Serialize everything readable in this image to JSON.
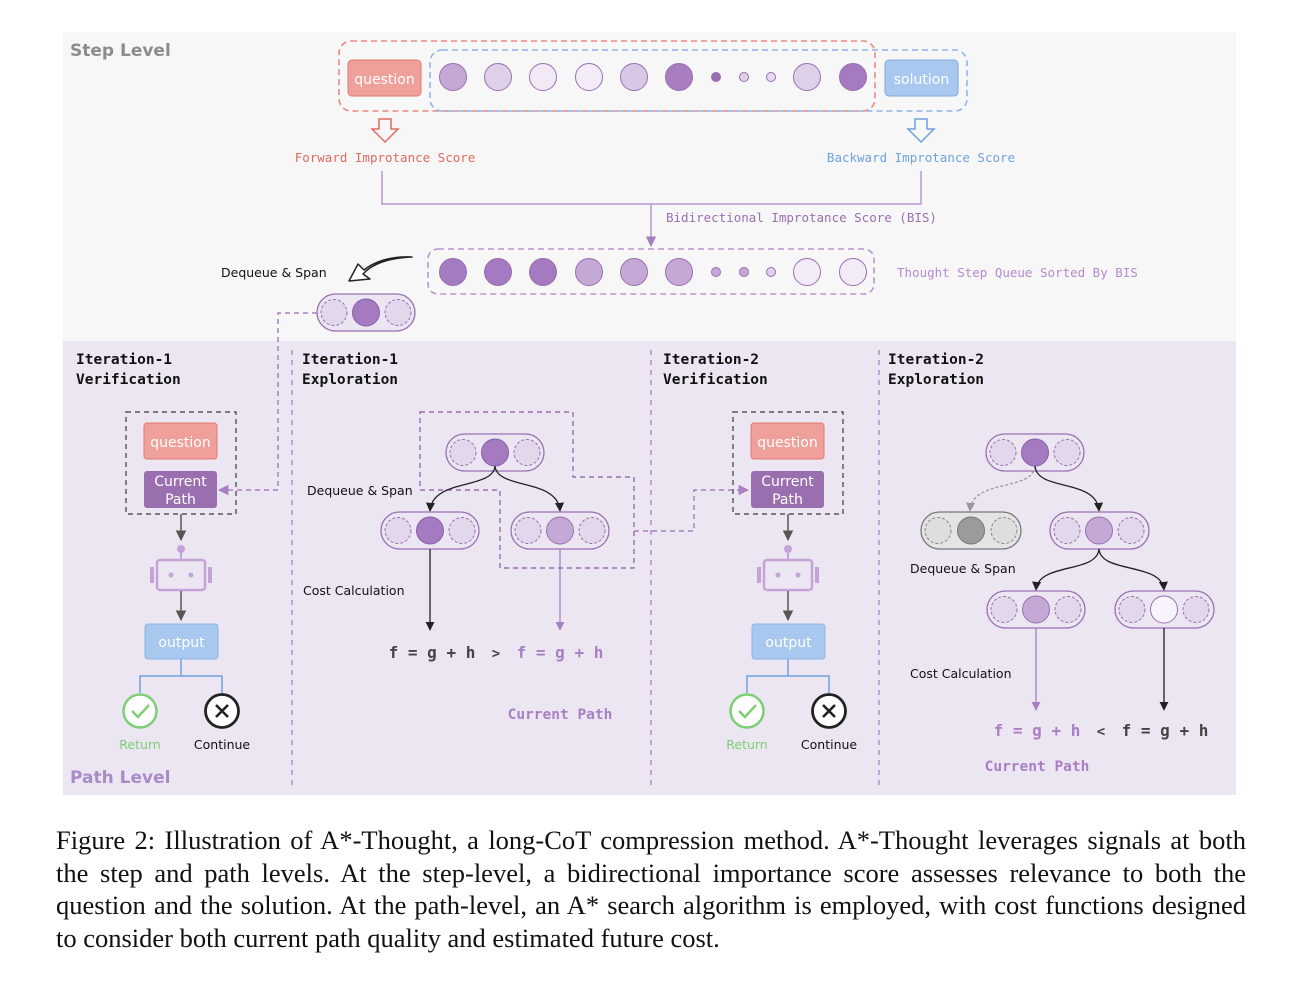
{
  "step_level": {
    "label": "Step Level",
    "question": "question",
    "solution": "solution",
    "forward_score": "Forward Improtance Score",
    "backward_score": "Backward Improtance Score",
    "bis": "Bidirectional Improtance Score (BIS)",
    "queue_label": "Thought Step Queue Sorted By BIS",
    "dequeue_span": "Dequeue & Span"
  },
  "path_level": {
    "label": "Path Level",
    "panels": [
      {
        "title_line1": "Iteration-1",
        "title_line2": "Verification"
      },
      {
        "title_line1": "Iteration-1",
        "title_line2": "Exploration"
      },
      {
        "title_line1": "Iteration-2",
        "title_line2": "Verification"
      },
      {
        "title_line1": "Iteration-2",
        "title_line2": "Exploration"
      }
    ],
    "question": "question",
    "current_path_line1": "Current",
    "current_path_line2": "Path",
    "output": "output",
    "return": "Return",
    "continue": "Continue",
    "dequeue_span": "Dequeue & Span",
    "cost_calc": "Cost Calculation",
    "formula": "f = g + h",
    "greater": ">",
    "less": "<",
    "current_path": "Current Path"
  },
  "colors": {
    "question_fill": "#f0a09b",
    "solution_fill": "#a8c8ef",
    "forward_red": "#e06a60",
    "backward_blue": "#6fa2dc",
    "purple": "#9a6fb0",
    "path_bg": "#ece6f3",
    "step_bg": "#f7f7f7",
    "return_green": "#7ccf74"
  },
  "caption": "Figure 2: Illustration of A*-Thought, a long-CoT compression method. A*-Thought leverages signals at both the step and path levels. At the step-level, a bidirectional importance score assesses relevance to both the question and the solution. At the path-level, an A* search algorithm is employed, with cost functions designed to consider both current path quality and estimated future cost."
}
